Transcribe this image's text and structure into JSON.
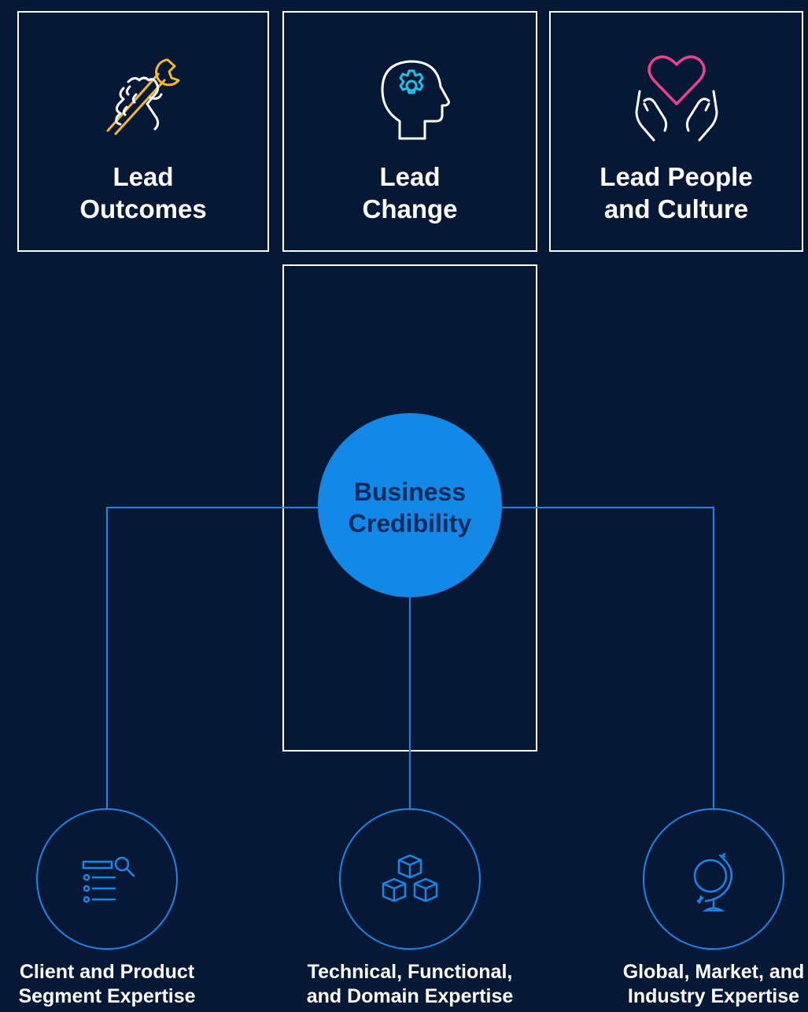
{
  "colors": {
    "background": "#051936",
    "box_border": "#ffffff",
    "connector": "#1a86e8",
    "hub_fill": "#1289e6",
    "hub_text": "#082a5c",
    "outcomes_icon": "#f5b82e",
    "change_icon": "#1ec2e6",
    "culture_heart": "#ee3f8e",
    "culture_hands": "#ffffff",
    "leaf_icon": "#1a86e8"
  },
  "top_boxes": [
    {
      "icon": "wrench-in-hand-icon",
      "label_line1": "Lead",
      "label_line2": "Outcomes"
    },
    {
      "icon": "head-gear-icon",
      "label_line1": "Lead",
      "label_line2": "Change"
    },
    {
      "icon": "hands-heart-icon",
      "label_line1": "Lead People",
      "label_line2": "and Culture"
    }
  ],
  "hub": {
    "label_line1": "Business",
    "label_line2": "Credibility"
  },
  "leaves": [
    {
      "icon": "list-search-icon",
      "caption_line1": "Client and Product",
      "caption_line2": "Segment Expertise"
    },
    {
      "icon": "stacked-cubes-icon",
      "caption_line1": "Technical, Functional,",
      "caption_line2": "and Domain Expertise"
    },
    {
      "icon": "globe-icon",
      "caption_line1": "Global, Market, and",
      "caption_line2": "Industry Expertise"
    }
  ]
}
